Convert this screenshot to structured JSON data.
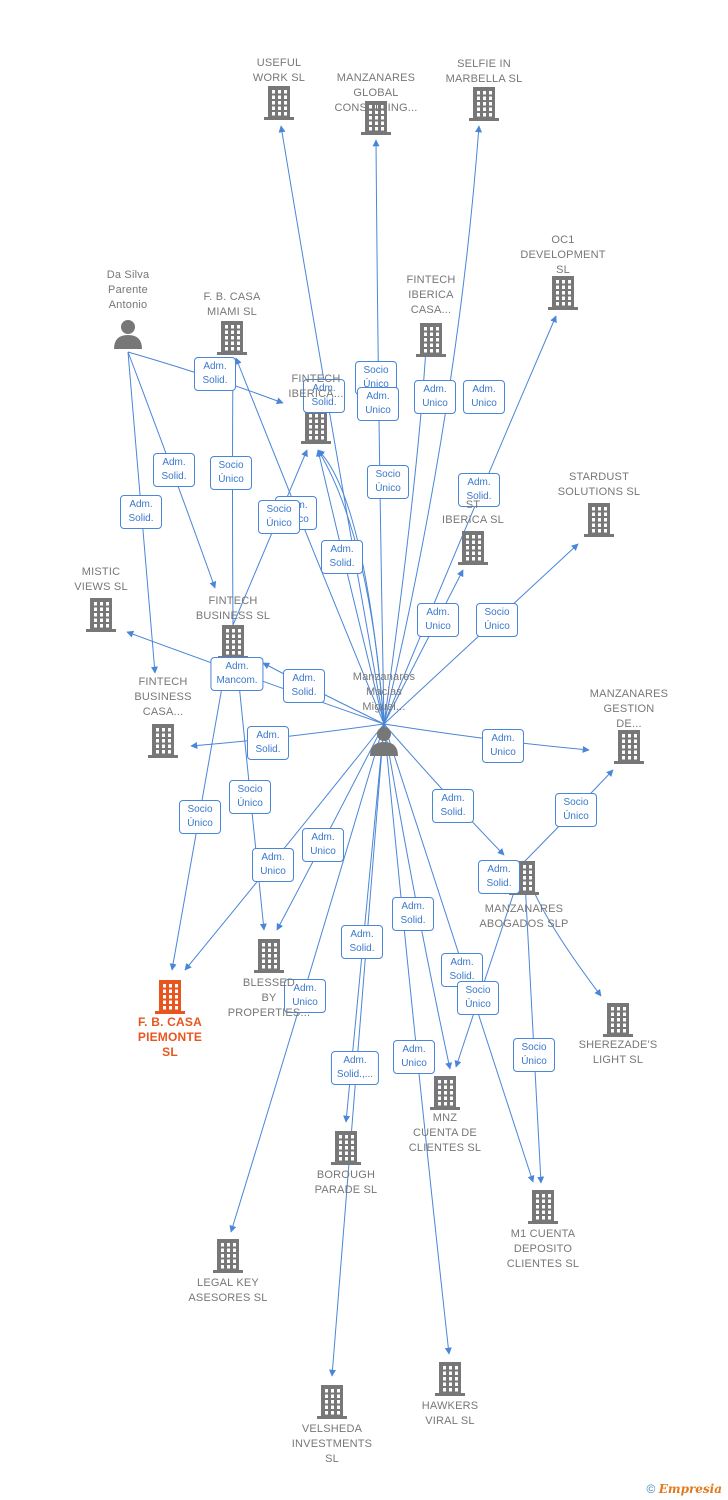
{
  "nodes": [
    {
      "id": "useful",
      "label": "USEFUL\nWORK SL",
      "type": "company"
    },
    {
      "id": "mglobal",
      "label": "MANZANARES\nGLOBAL\nCONSULTING...",
      "type": "company"
    },
    {
      "id": "selfie",
      "label": "SELFIE IN\nMARBELLA SL",
      "type": "company"
    },
    {
      "id": "oc1",
      "label": "OC1\nDEVELOPMENT\nSL",
      "type": "company"
    },
    {
      "id": "dasilva",
      "label": "Da Silva\nParente\nAntonio",
      "type": "person"
    },
    {
      "id": "fbmiami",
      "label": "F. B. CASA\nMIAMI SL",
      "type": "company"
    },
    {
      "id": "fintibcasa",
      "label": "FINTECH\nIBERICA\nCASA...",
      "type": "company"
    },
    {
      "id": "fintib",
      "label": "FINTECH\nIBERICA...",
      "type": "company"
    },
    {
      "id": "stardust",
      "label": "STARDUST\nSOLUTIONS SL",
      "type": "company"
    },
    {
      "id": "stiberica",
      "label": "ST\nIBERICA SL",
      "type": "company"
    },
    {
      "id": "mistic",
      "label": "MISTIC\nVIEWS SL",
      "type": "company"
    },
    {
      "id": "fintbus",
      "label": "FINTECH\nBUSINESS SL",
      "type": "company"
    },
    {
      "id": "manzanares",
      "label": "Manzanares\nMacias\nMiguel...",
      "type": "person"
    },
    {
      "id": "mgestion",
      "label": "MANZANARES\nGESTION\nDE...",
      "type": "company"
    },
    {
      "id": "fintbuscasa",
      "label": "FINTECH\nBUSINESS\nCASA...",
      "type": "company"
    },
    {
      "id": "mabogados",
      "label": "MANZANARES\nABOGADOS SLP",
      "type": "company"
    },
    {
      "id": "fbpiemonte",
      "label": "F. B. CASA\nPIEMONTE\nSL",
      "type": "main"
    },
    {
      "id": "blessed",
      "label": "BLESSED\nBY\nPROPERTIES...",
      "type": "company"
    },
    {
      "id": "sherezade",
      "label": "SHEREZADE'S\nLIGHT SL",
      "type": "company"
    },
    {
      "id": "mnz",
      "label": "MNZ\nCUENTA DE\nCLIENTES SL",
      "type": "company"
    },
    {
      "id": "borough",
      "label": "BOROUGH\nPARADE SL",
      "type": "company"
    },
    {
      "id": "m1",
      "label": "M1 CUENTA\nDEPOSITO\nCLIENTES SL",
      "type": "company"
    },
    {
      "id": "legalkey",
      "label": "LEGAL KEY\nASESORES SL",
      "type": "company"
    },
    {
      "id": "velsheda",
      "label": "VELSHEDA\nINVESTMENTS\nSL",
      "type": "company"
    },
    {
      "id": "hawkers",
      "label": "HAWKERS\nVIRAL SL",
      "type": "company"
    }
  ],
  "edges": [
    {
      "from": "manzanares",
      "to": "useful",
      "label": "Adm.\nSolid."
    },
    {
      "from": "manzanares",
      "to": "mglobal",
      "label": "Socio\nÚnico"
    },
    {
      "from": "manzanares",
      "to": "selfie",
      "label": "Adm.\nUnico"
    },
    {
      "from": "manzanares",
      "to": "oc1",
      "label": "Adm.\nSolid."
    },
    {
      "from": "manzanares",
      "to": "fintibcasa",
      "label": "Adm.\nUnico"
    },
    {
      "from": "manzanares",
      "to": "fintib",
      "label": "Socio\nÚnico"
    },
    {
      "from": "manzanares",
      "to": "fintib",
      "label": "Adm.\nUnico"
    },
    {
      "from": "manzanares",
      "to": "fintib",
      "label": "Adm.\nSolid."
    },
    {
      "from": "manzanares",
      "to": "fbmiami",
      "label": "Adm.\nUnico"
    },
    {
      "from": "manzanares",
      "to": "stardust",
      "label": "Socio\nÚnico"
    },
    {
      "from": "manzanares",
      "to": "stiberica",
      "label": "Adm.\nUnico"
    },
    {
      "from": "manzanares",
      "to": "mistic",
      "label": "Adm.\nMancom."
    },
    {
      "from": "manzanares",
      "to": "fintbus",
      "label": "Adm.\nSolid."
    },
    {
      "from": "manzanares",
      "to": "fintbuscasa",
      "label": "Adm.\nSolid."
    },
    {
      "from": "manzanares",
      "to": "mgestion",
      "label": "Adm.\nUnico"
    },
    {
      "from": "manzanares",
      "to": "mabogados",
      "label": "Adm.\nSolid."
    },
    {
      "from": "manzanares",
      "to": "fbpiemonte",
      "label": "Adm.\nUnico"
    },
    {
      "from": "manzanares",
      "to": "blessed",
      "label": "Adm.\nUnico"
    },
    {
      "from": "manzanares",
      "to": "legalkey",
      "label": "Adm.\nUnico"
    },
    {
      "from": "manzanares",
      "to": "borough",
      "label": "Adm.\nSolid."
    },
    {
      "from": "manzanares",
      "to": "velsheda",
      "label": "Adm.\nSolid.,..."
    },
    {
      "from": "manzanares",
      "to": "mnz",
      "label": "Adm.\nSolid."
    },
    {
      "from": "manzanares",
      "to": "m1",
      "label": "Adm.\nSolid."
    },
    {
      "from": "manzanares",
      "to": "hawkers",
      "label": "Adm.\nUnico"
    },
    {
      "from": "mabogados",
      "to": "mgestion",
      "label": "Socio\nÚnico"
    },
    {
      "from": "mabogados",
      "to": "mnz",
      "label": "Socio\nÚnico"
    },
    {
      "from": "mabogados",
      "to": "m1",
      "label": "Socio\nÚnico"
    },
    {
      "from": "mabogados",
      "to": "sherezade",
      "label": "Adm.\nSolid."
    },
    {
      "from": "dasilva",
      "to": "fintib",
      "label": "Adm.\nSolid."
    },
    {
      "from": "dasilva",
      "to": "fintbus",
      "label": "Adm.\nSolid."
    },
    {
      "from": "dasilva",
      "to": "fintbuscasa",
      "label": "Adm.\nSolid."
    },
    {
      "from": "fintbus",
      "to": "fbmiami",
      "label": "Socio\nÚnico"
    },
    {
      "from": "fintbus",
      "to": "fintib",
      "label": "Socio\nÚnico"
    },
    {
      "from": "fintbus",
      "to": "fbpiemonte",
      "label": "Socio\nÚnico"
    },
    {
      "from": "fintbus",
      "to": "blessed",
      "label": "Socio\nÚnico"
    }
  ],
  "footer": {
    "copyright": "©",
    "brand": "Empresia"
  },
  "colors": {
    "edge": "#4a86d8",
    "node": "#777777",
    "main": "#e8561f"
  }
}
